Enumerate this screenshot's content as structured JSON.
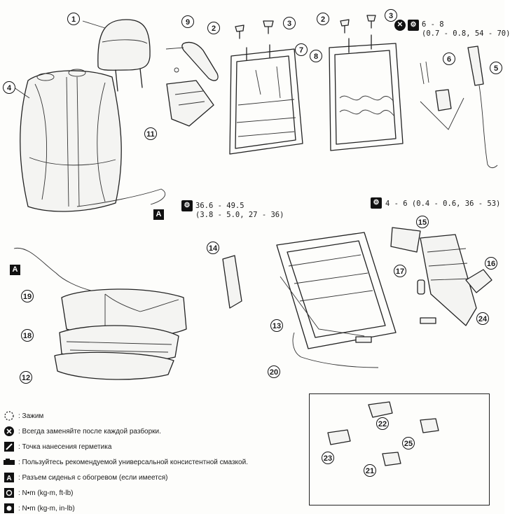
{
  "callouts": {
    "c1": "1",
    "c2a": "2",
    "c3a": "3",
    "c2b": "2",
    "c3b": "3",
    "c4": "4",
    "c5": "5",
    "c6": "6",
    "c7": "7",
    "c8": "8",
    "c9": "9",
    "c11": "11",
    "c12": "12",
    "c13": "13",
    "c14": "14",
    "c15": "15",
    "c16": "16",
    "c17": "17",
    "c18": "18",
    "c19": "19",
    "c20": "20",
    "c21": "21",
    "c22": "22",
    "c23": "23",
    "c24": "24",
    "c25": "25"
  },
  "torque": {
    "top_right": "6 - 8\n(0.7 - 0.8, 54 - 70)",
    "middle_left": "36.6 - 49.5\n(3.8 - 5.0, 27 - 36)",
    "middle_right": "4 - 6 (0.4 - 0.6, 36 - 53)"
  },
  "connector_label": "A",
  "legend": [
    {
      "icon": "clip-icon",
      "text": ": Зажим"
    },
    {
      "icon": "replace-icon",
      "text": ": Всегда заменяйте после каждой разборки."
    },
    {
      "icon": "sealant-icon",
      "text": ": Точка нанесения герметика"
    },
    {
      "icon": "grease-icon",
      "text": ": Пользуйтесь рекомендуемой универсальной консистентной смазкой."
    },
    {
      "icon": "connector-a-icon",
      "text": ": Разъем сиденья с обогревом (если имеется)"
    },
    {
      "icon": "torque-ftlb-icon",
      "text": ": N•m (kg-m, ft-lb)"
    },
    {
      "icon": "torque-inlb-icon",
      "text": ": N•m (kg-m, in-lb)"
    }
  ]
}
